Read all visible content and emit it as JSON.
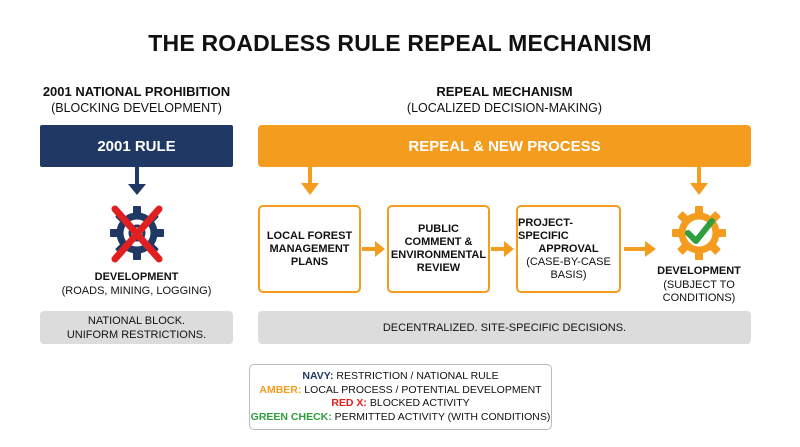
{
  "title": "THE ROADLESS RULE REPEAL MECHANISM",
  "left": {
    "heading": "2001 NATIONAL PROHIBITION",
    "subheading": "(BLOCKING DEVELOPMENT)",
    "bar_label": "2001 RULE",
    "development_title": "DEVELOPMENT",
    "development_detail": "(ROADS, MINING, LOGGING)",
    "note_line1": "NATIONAL BLOCK.",
    "note_line2": "UNIFORM RESTRICTIONS."
  },
  "right": {
    "heading": "REPEAL MECHANISM",
    "subheading": "(LOCALIZED DECISION-MAKING)",
    "bar_label": "REPEAL & NEW PROCESS",
    "steps": [
      {
        "lines": [
          "LOCAL FOREST",
          "MANAGEMENT",
          "PLANS"
        ]
      },
      {
        "lines": [
          "PUBLIC",
          "COMMENT &",
          "ENVIRONMENTAL",
          "REVIEW"
        ]
      },
      {
        "bold_lines": [
          "PROJECT-SPECIFIC",
          "APPROVAL"
        ],
        "normal_lines": [
          "(CASE-BY-CASE",
          "BASIS)"
        ]
      }
    ],
    "development_title": "DEVELOPMENT",
    "development_detail_line1": "(SUBJECT TO",
    "development_detail_line2": "CONDITIONS)",
    "note": "DECENTRALIZED. SITE-SPECIFIC DECISIONS."
  },
  "legend": [
    {
      "key": "NAVY:",
      "text": " RESTRICTION / NATIONAL RULE",
      "color": "#1f3864"
    },
    {
      "key": "AMBER:",
      "text": " LOCAL PROCESS / POTENTIAL DEVELOPMENT",
      "color": "#f39c1e"
    },
    {
      "key": "RED X:",
      "text": " BLOCKED ACTIVITY",
      "color": "#e02020"
    },
    {
      "key": "GREEN CHECK:",
      "text": " PERMITTED ACTIVITY (WITH CONDITIONS)",
      "color": "#2e9e3e"
    }
  ],
  "colors": {
    "navy": "#1f3864",
    "amber": "#f39c1e",
    "red": "#e02020",
    "green": "#2e9e3e",
    "grey": "#dcdcdc"
  },
  "icons": {
    "blocked": "gear-with-red-x-icon",
    "permitted": "gear-with-green-check-icon"
  }
}
